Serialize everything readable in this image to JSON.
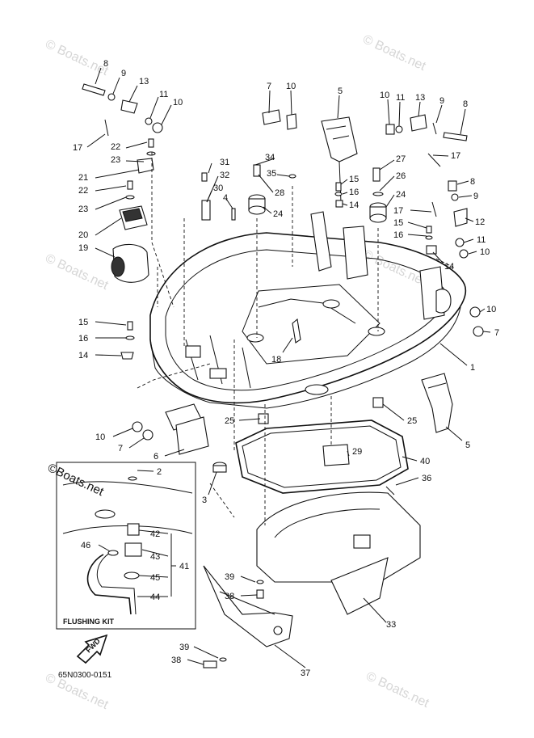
{
  "watermark": "© Boats.net",
  "watermark_inset": "©Boats.net",
  "flushing_kit_label": "FLUSHING KIT",
  "fwd_label": "FWD",
  "drawing_code": "65N0300-0151",
  "callouts": {
    "c8a": "8",
    "c9a": "9",
    "c13a": "13",
    "c11a": "11",
    "c10a": "10",
    "c17a": "17",
    "c22a": "22",
    "c23a": "23",
    "c21": "21",
    "c22b": "22",
    "c23b": "23",
    "c20": "20",
    "c19": "19",
    "c31": "31",
    "c32": "32",
    "c30": "30",
    "c4": "4",
    "c34": "34",
    "c35": "35",
    "c28": "28",
    "c24a": "24",
    "c7a": "7",
    "c10b": "10",
    "c5a": "5",
    "c10c": "10",
    "c11b": "11",
    "c13b": "13",
    "c9b": "9",
    "c8b": "8",
    "c17b": "17",
    "c27": "27",
    "c15a": "15",
    "c16a": "16",
    "c14a": "14",
    "c26": "26",
    "c24b": "24",
    "c8c": "8",
    "c9c": "9",
    "c17c": "17",
    "c12": "12",
    "c15b": "15",
    "c16b": "16",
    "c11c": "11",
    "c10d": "10",
    "c14b": "14",
    "c10e": "10",
    "c7b": "7",
    "c1": "1",
    "c15c": "15",
    "c16c": "16",
    "c14c": "14",
    "c18": "18",
    "c25a": "25",
    "c25b": "25",
    "c5b": "5",
    "c10f": "10",
    "c7c": "7",
    "c6": "6",
    "c29": "29",
    "c40": "40",
    "c3": "3",
    "c2": "2",
    "c36": "36",
    "c42": "42",
    "c46": "46",
    "c43": "43",
    "c41": "41",
    "c45": "45",
    "c44": "44",
    "c39a": "39",
    "c38a": "38",
    "c33": "33",
    "c39b": "39",
    "c38b": "38",
    "c37": "37"
  }
}
